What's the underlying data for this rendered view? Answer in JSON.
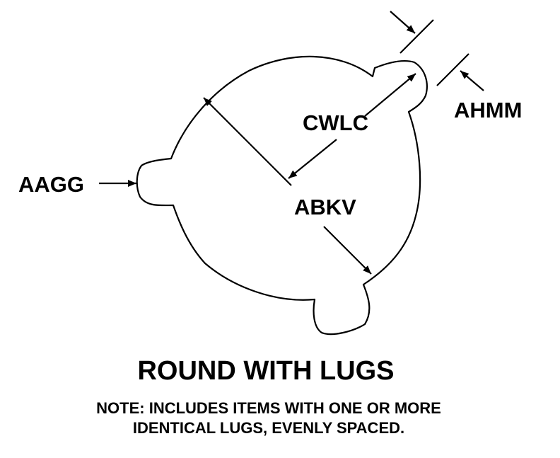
{
  "diagram": {
    "labels": {
      "aagg": "AAGG",
      "cwlc": "CWLC",
      "abkv": "ABKV",
      "ahmm": "AHMM"
    },
    "title": "ROUND WITH LUGS",
    "note_lines": [
      "NOTE: INCLUDES ITEMS WITH ONE OR MORE",
      "IDENTICAL LUGS, EVENLY SPACED."
    ],
    "colors": {
      "line": "#000000",
      "background": "#ffffff"
    }
  }
}
